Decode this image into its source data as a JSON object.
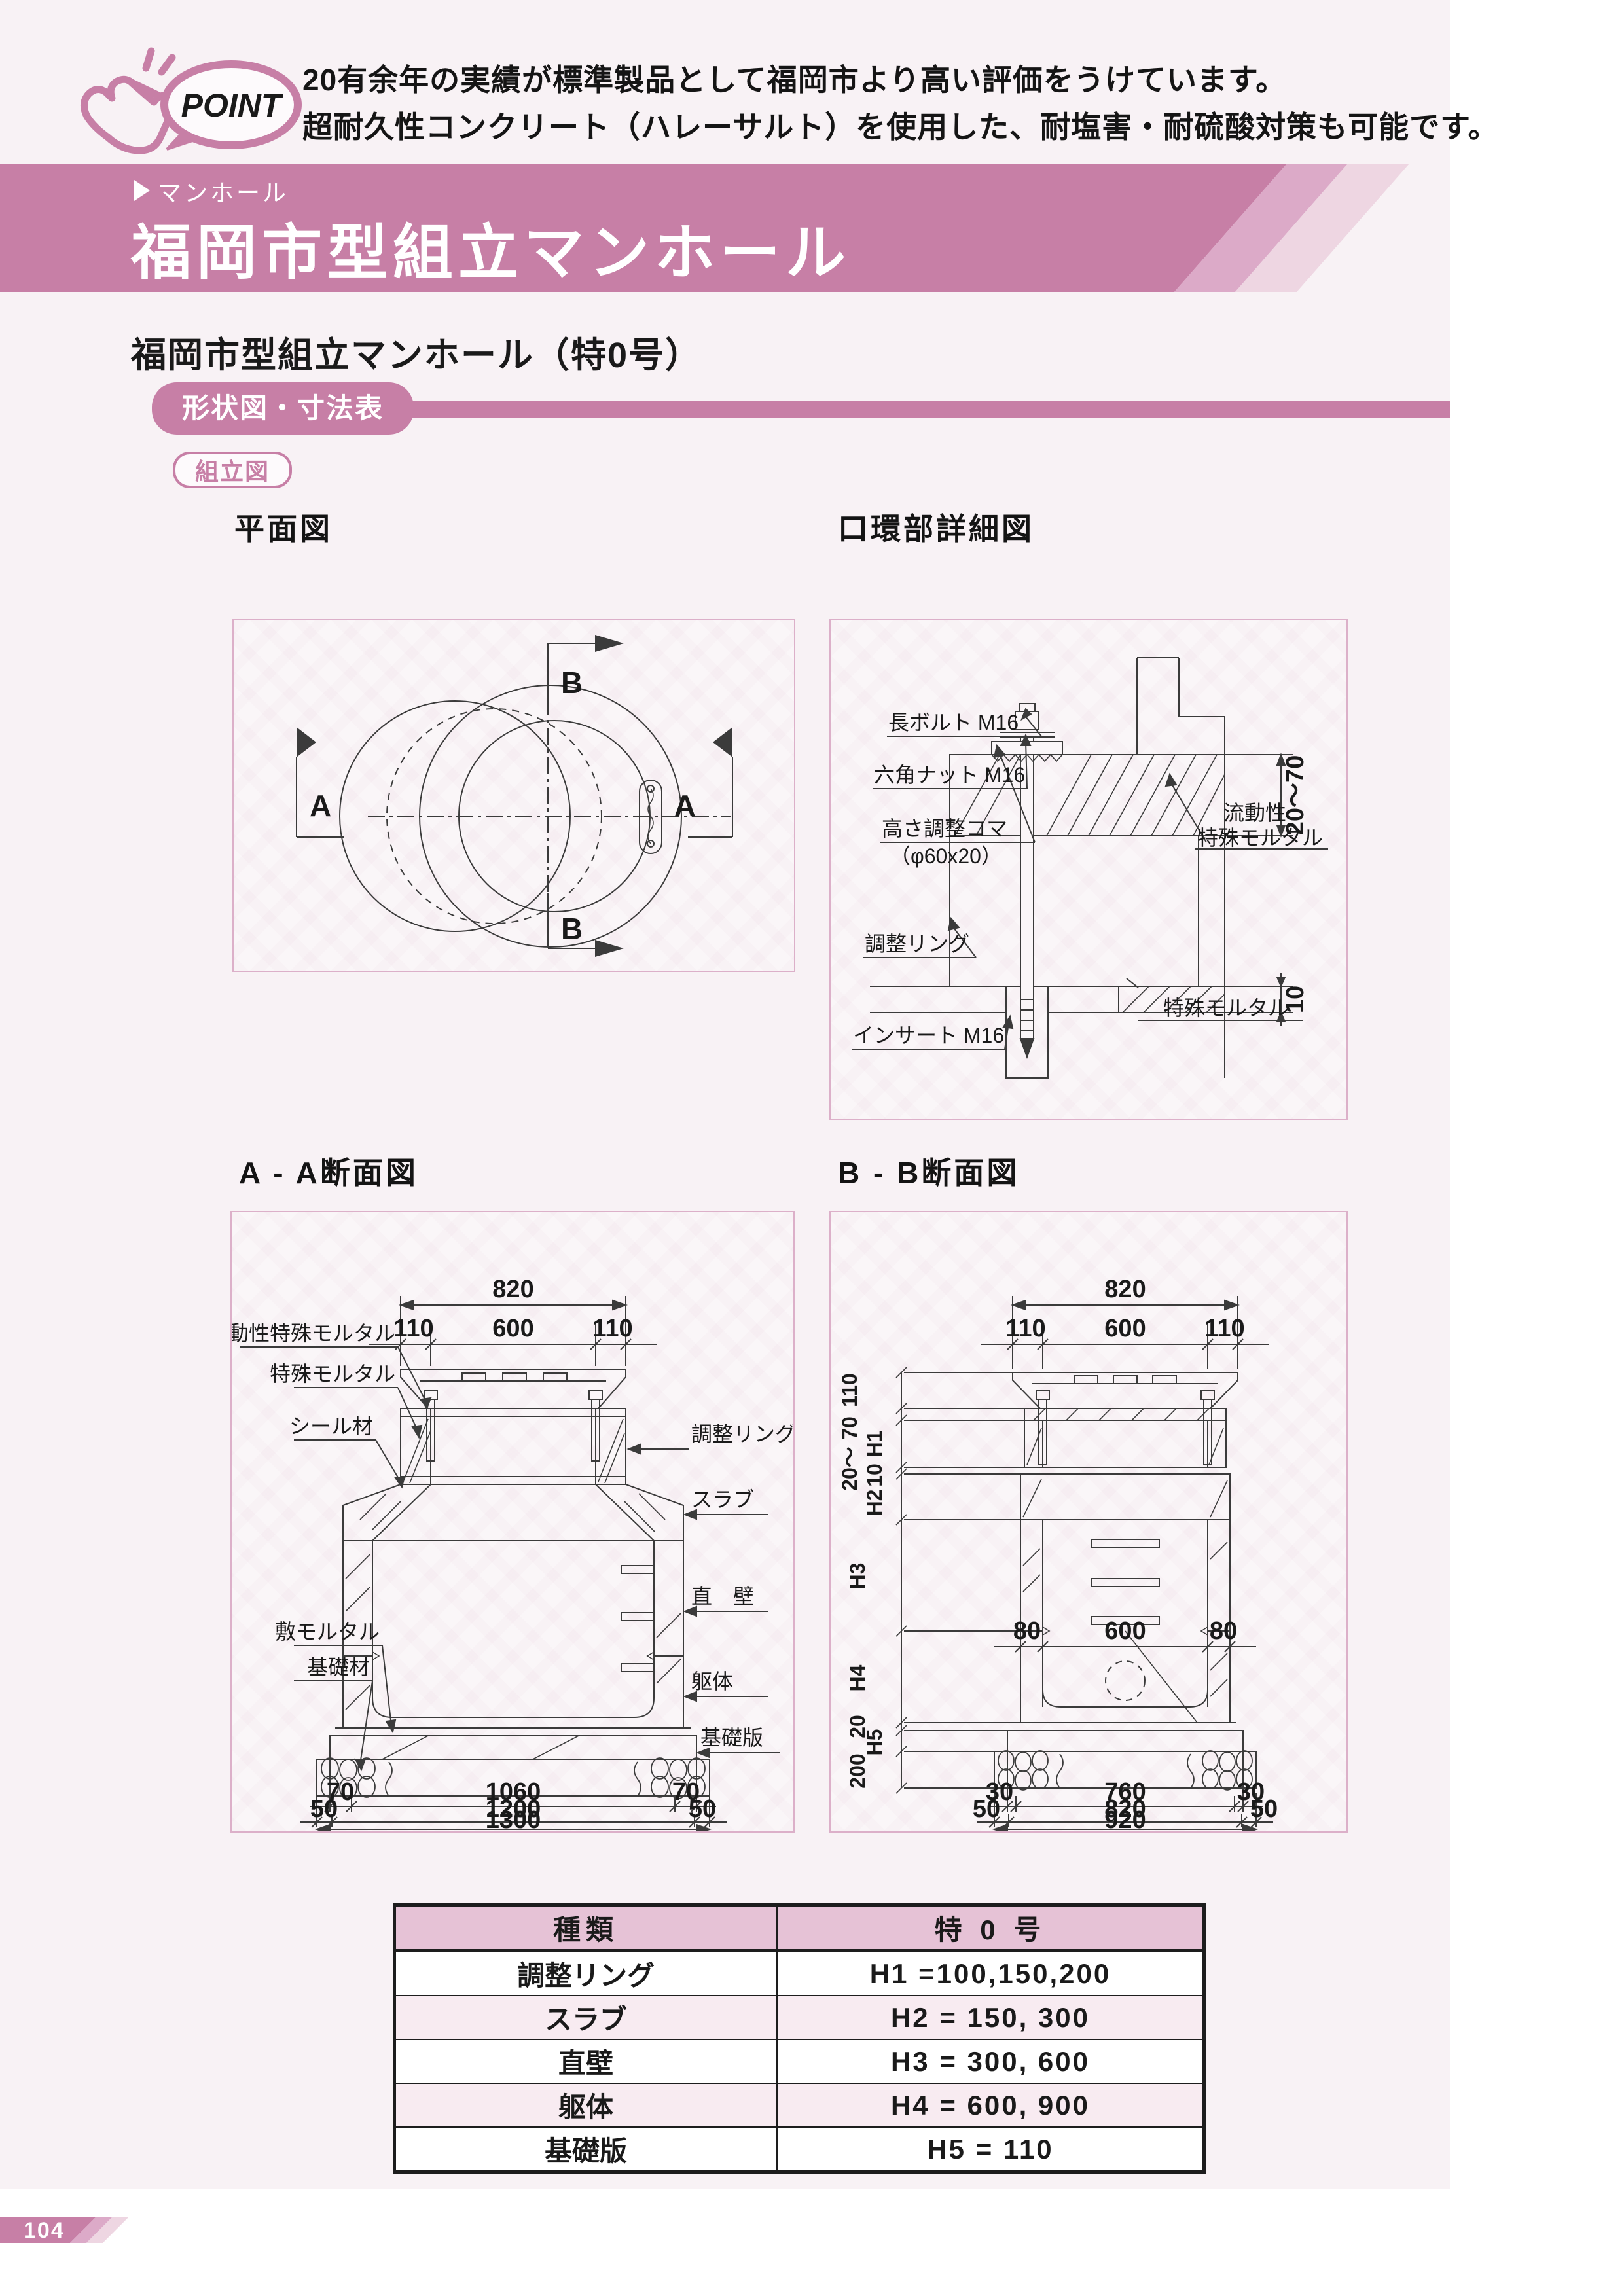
{
  "header": {
    "point_label": "POINT",
    "line1": "20有余年の実績が標準製品として福岡市より高い評価をうけています。",
    "line2": "超耐久性コンクリート（ハレーサルト）を使用した、耐塩害・耐硫酸対策も可能です。"
  },
  "banner": {
    "breadcrumb": "マンホール",
    "title": "福岡市型組立マンホール"
  },
  "section": {
    "subtitle": "福岡市型組立マンホール（特0号）",
    "pill_shape": "形状図・寸法表",
    "pill_assembly": "組立図"
  },
  "plan": {
    "title": "平面図",
    "marker_a_left": "A",
    "marker_a_right": "A",
    "marker_b_top": "B",
    "marker_b_bottom": "B"
  },
  "detail": {
    "title": "口環部詳細図",
    "labels": {
      "long_bolt": "長ボルト M16",
      "hex_nut": "六角ナット M16",
      "koma1": "高さ調整コマ",
      "koma2": "（φ60x20）",
      "ring": "調整リング",
      "insert": "インサート M16",
      "fluid1": "流動性",
      "fluid2": "特殊モルタル",
      "mortar": "特殊モルタル"
    },
    "dims": {
      "d1": "20～70",
      "d2": "10"
    }
  },
  "aa": {
    "title": "A - A断面図",
    "dims_top": [
      "820",
      "110",
      "600",
      "110"
    ],
    "labels_left": [
      "流動性特殊モルタル",
      "特殊モルタル",
      "シール材",
      "敷モルタル",
      "基礎材"
    ],
    "labels_right": [
      "調整リング",
      "スラブ",
      "直　壁",
      "躯体",
      "基礎版"
    ],
    "dims_bottom": [
      [
        "70",
        "1060",
        "70"
      ],
      [
        "50",
        "1200",
        "50"
      ],
      [
        "1300"
      ]
    ]
  },
  "bb": {
    "title": "B - B断面図",
    "dims_top": [
      "820",
      "110",
      "600",
      "110"
    ],
    "dims_left": [
      "110",
      "70",
      "20～",
      "H1",
      "10",
      "H2",
      "H3",
      "H4",
      "20",
      "H5",
      "200"
    ],
    "dims_mid": [
      "80",
      "600",
      "80"
    ],
    "dims_bottom": [
      [
        "30",
        "760",
        "30"
      ],
      [
        "50",
        "820",
        "50"
      ],
      [
        "920"
      ]
    ]
  },
  "table": {
    "headers": [
      "種類",
      "特 0 号"
    ],
    "rows": [
      {
        "kind": "調整リング",
        "value": "H1 =100,150,200"
      },
      {
        "kind": "スラブ",
        "value": "H2 = 150, 300"
      },
      {
        "kind": "直壁",
        "value": "H3 = 300, 600"
      },
      {
        "kind": "躯体",
        "value": "H4 = 600, 900"
      },
      {
        "kind": "基礎版",
        "value": "H5 = 110"
      }
    ]
  },
  "footer": {
    "page": "104"
  },
  "colors": {
    "pink": "#c77fa6",
    "pink_mid": "#dcaac8",
    "pink_light": "#eed6e2",
    "table_header": "#e6c2d6",
    "row_alt": "#f8ebf1"
  }
}
